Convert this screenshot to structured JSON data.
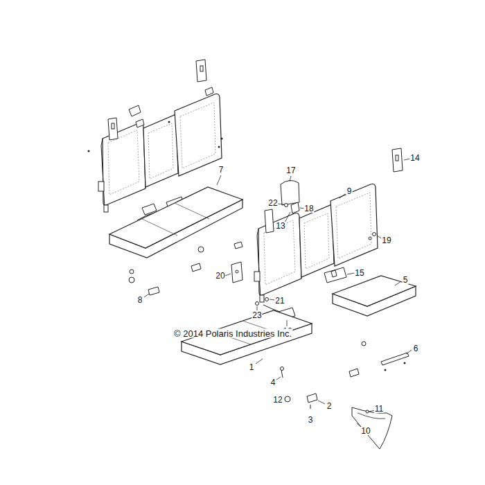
{
  "diagram": {
    "labels": [
      "7",
      "17",
      "14",
      "22",
      "18",
      "9",
      "13",
      "19",
      "20",
      "15",
      "8",
      "21",
      "23",
      "16",
      "5",
      "© 2014 Polaris Industries Inc.",
      "6",
      "1",
      "4",
      "12",
      "2",
      "3",
      "11",
      "10"
    ]
  }
}
